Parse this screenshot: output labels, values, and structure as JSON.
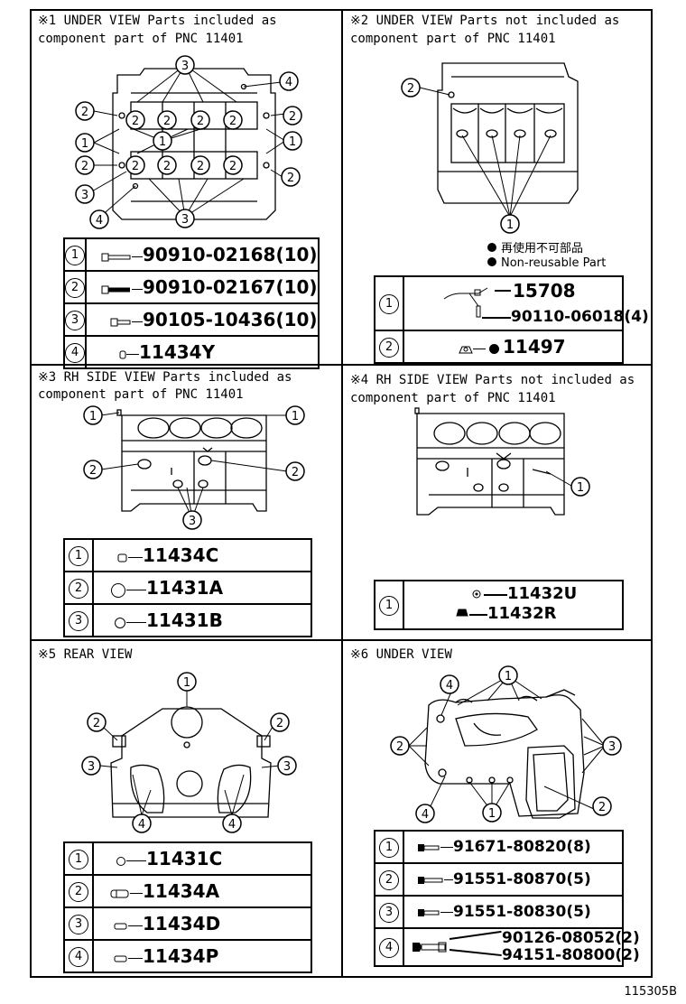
{
  "panels": {
    "p1": {
      "title_line1": "※1 UNDER VIEW Parts included as",
      "title_line2": "component part of PNC 11401",
      "rows": [
        {
          "num": "1",
          "part": "90910-02168(10)"
        },
        {
          "num": "2",
          "part": "90910-02167(10)"
        },
        {
          "num": "3",
          "part": "90105-10436(10)"
        },
        {
          "num": "4",
          "part": "11434Y"
        }
      ]
    },
    "p2": {
      "title_line1": "※2 UNDER VIEW Parts not included as",
      "title_line2": "component part of PNC 11401",
      "note_jp": "再使用不可部品",
      "note_en": "Non-reusable Part",
      "rows": [
        {
          "num": "1",
          "part_a": "15708",
          "part_b": "90110-06018(4)"
        },
        {
          "num": "2",
          "part": "11497"
        }
      ]
    },
    "p3": {
      "title_line1": "※3 RH SIDE VIEW Parts included as",
      "title_line2": "component part of PNC 11401",
      "rows": [
        {
          "num": "1",
          "part": "11434C"
        },
        {
          "num": "2",
          "part": "11431A"
        },
        {
          "num": "3",
          "part": "11431B"
        }
      ]
    },
    "p4": {
      "title_line1": "※4 RH SIDE VIEW Parts not included as",
      "title_line2": "component part of PNC 11401",
      "rows": [
        {
          "num": "1",
          "part_a": "11432U",
          "part_b": "11432R"
        }
      ]
    },
    "p5": {
      "title_line1": "※5 REAR VIEW",
      "rows": [
        {
          "num": "1",
          "part": "11431C"
        },
        {
          "num": "2",
          "part": "11434A"
        },
        {
          "num": "3",
          "part": "11434D"
        },
        {
          "num": "4",
          "part": "11434P"
        }
      ]
    },
    "p6": {
      "title_line1": "※6 UNDER VIEW",
      "rows": [
        {
          "num": "1",
          "part": "91671-80820(8)"
        },
        {
          "num": "2",
          "part": "91551-80870(5)"
        },
        {
          "num": "3",
          "part": "91551-80830(5)"
        },
        {
          "num": "4",
          "part_a": "90126-08052(2)",
          "part_b": "94151-80800(2)"
        }
      ]
    }
  },
  "callouts": {
    "c1": "1",
    "c2": "2",
    "c3": "3",
    "c4": "4"
  },
  "illustration_code": "115305B"
}
